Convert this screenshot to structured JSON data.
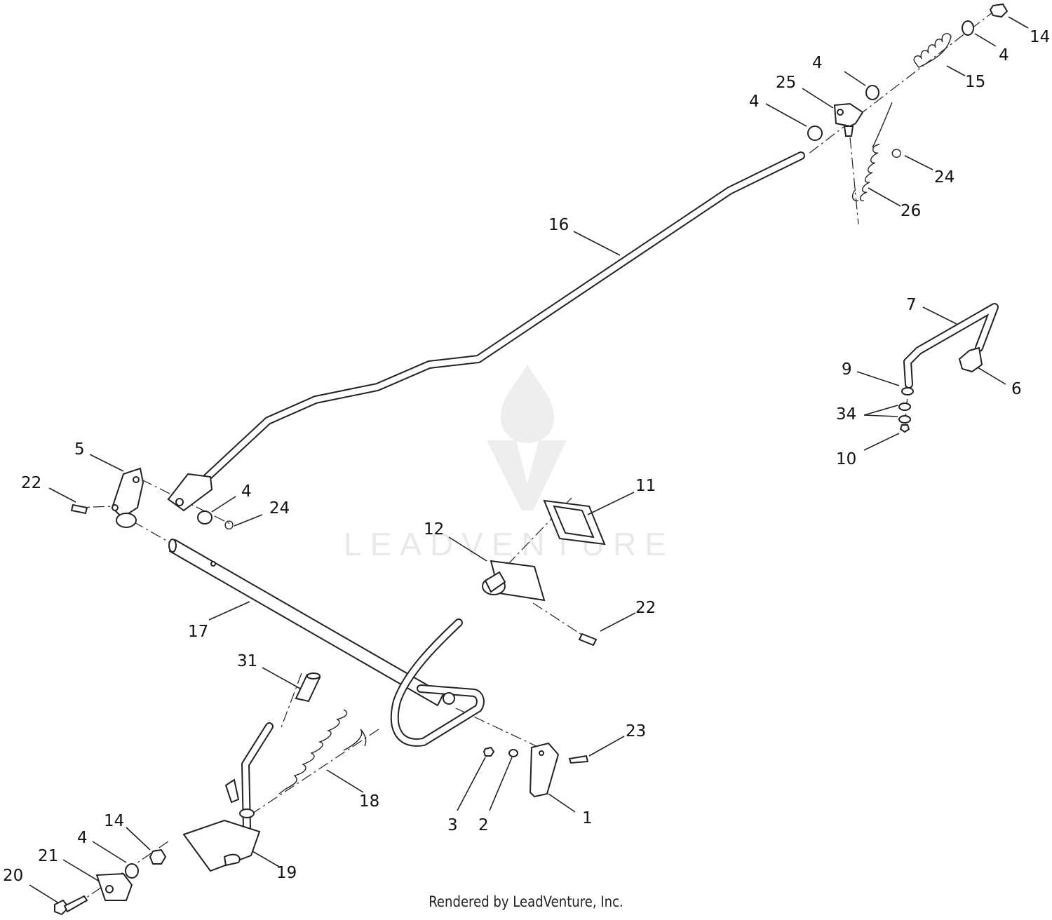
{
  "watermark": {
    "brand": "LEADVENTURE"
  },
  "credit": "Rendered by LeadVenture, Inc.",
  "labels": {
    "p14_top": "14",
    "p4_a": "4",
    "p4_b": "4",
    "p15": "15",
    "p25": "25",
    "p4_c": "4",
    "p24_top": "24",
    "p26": "26",
    "p16": "16",
    "p7": "7",
    "p9": "9",
    "p6": "6",
    "p34": "34",
    "p10": "10",
    "p5": "5",
    "p22_left": "22",
    "p4_d": "4",
    "p24_left": "24",
    "p11": "11",
    "p12": "12",
    "p22_mid": "22",
    "p17": "17",
    "p31": "31",
    "p23": "23",
    "p18": "18",
    "p3": "3",
    "p2": "2",
    "p1": "1",
    "p14_bottom": "14",
    "p4_e": "4",
    "p21": "21",
    "p19": "19",
    "p20": "20"
  },
  "icons": [
    "leadventure-logo-icon"
  ]
}
